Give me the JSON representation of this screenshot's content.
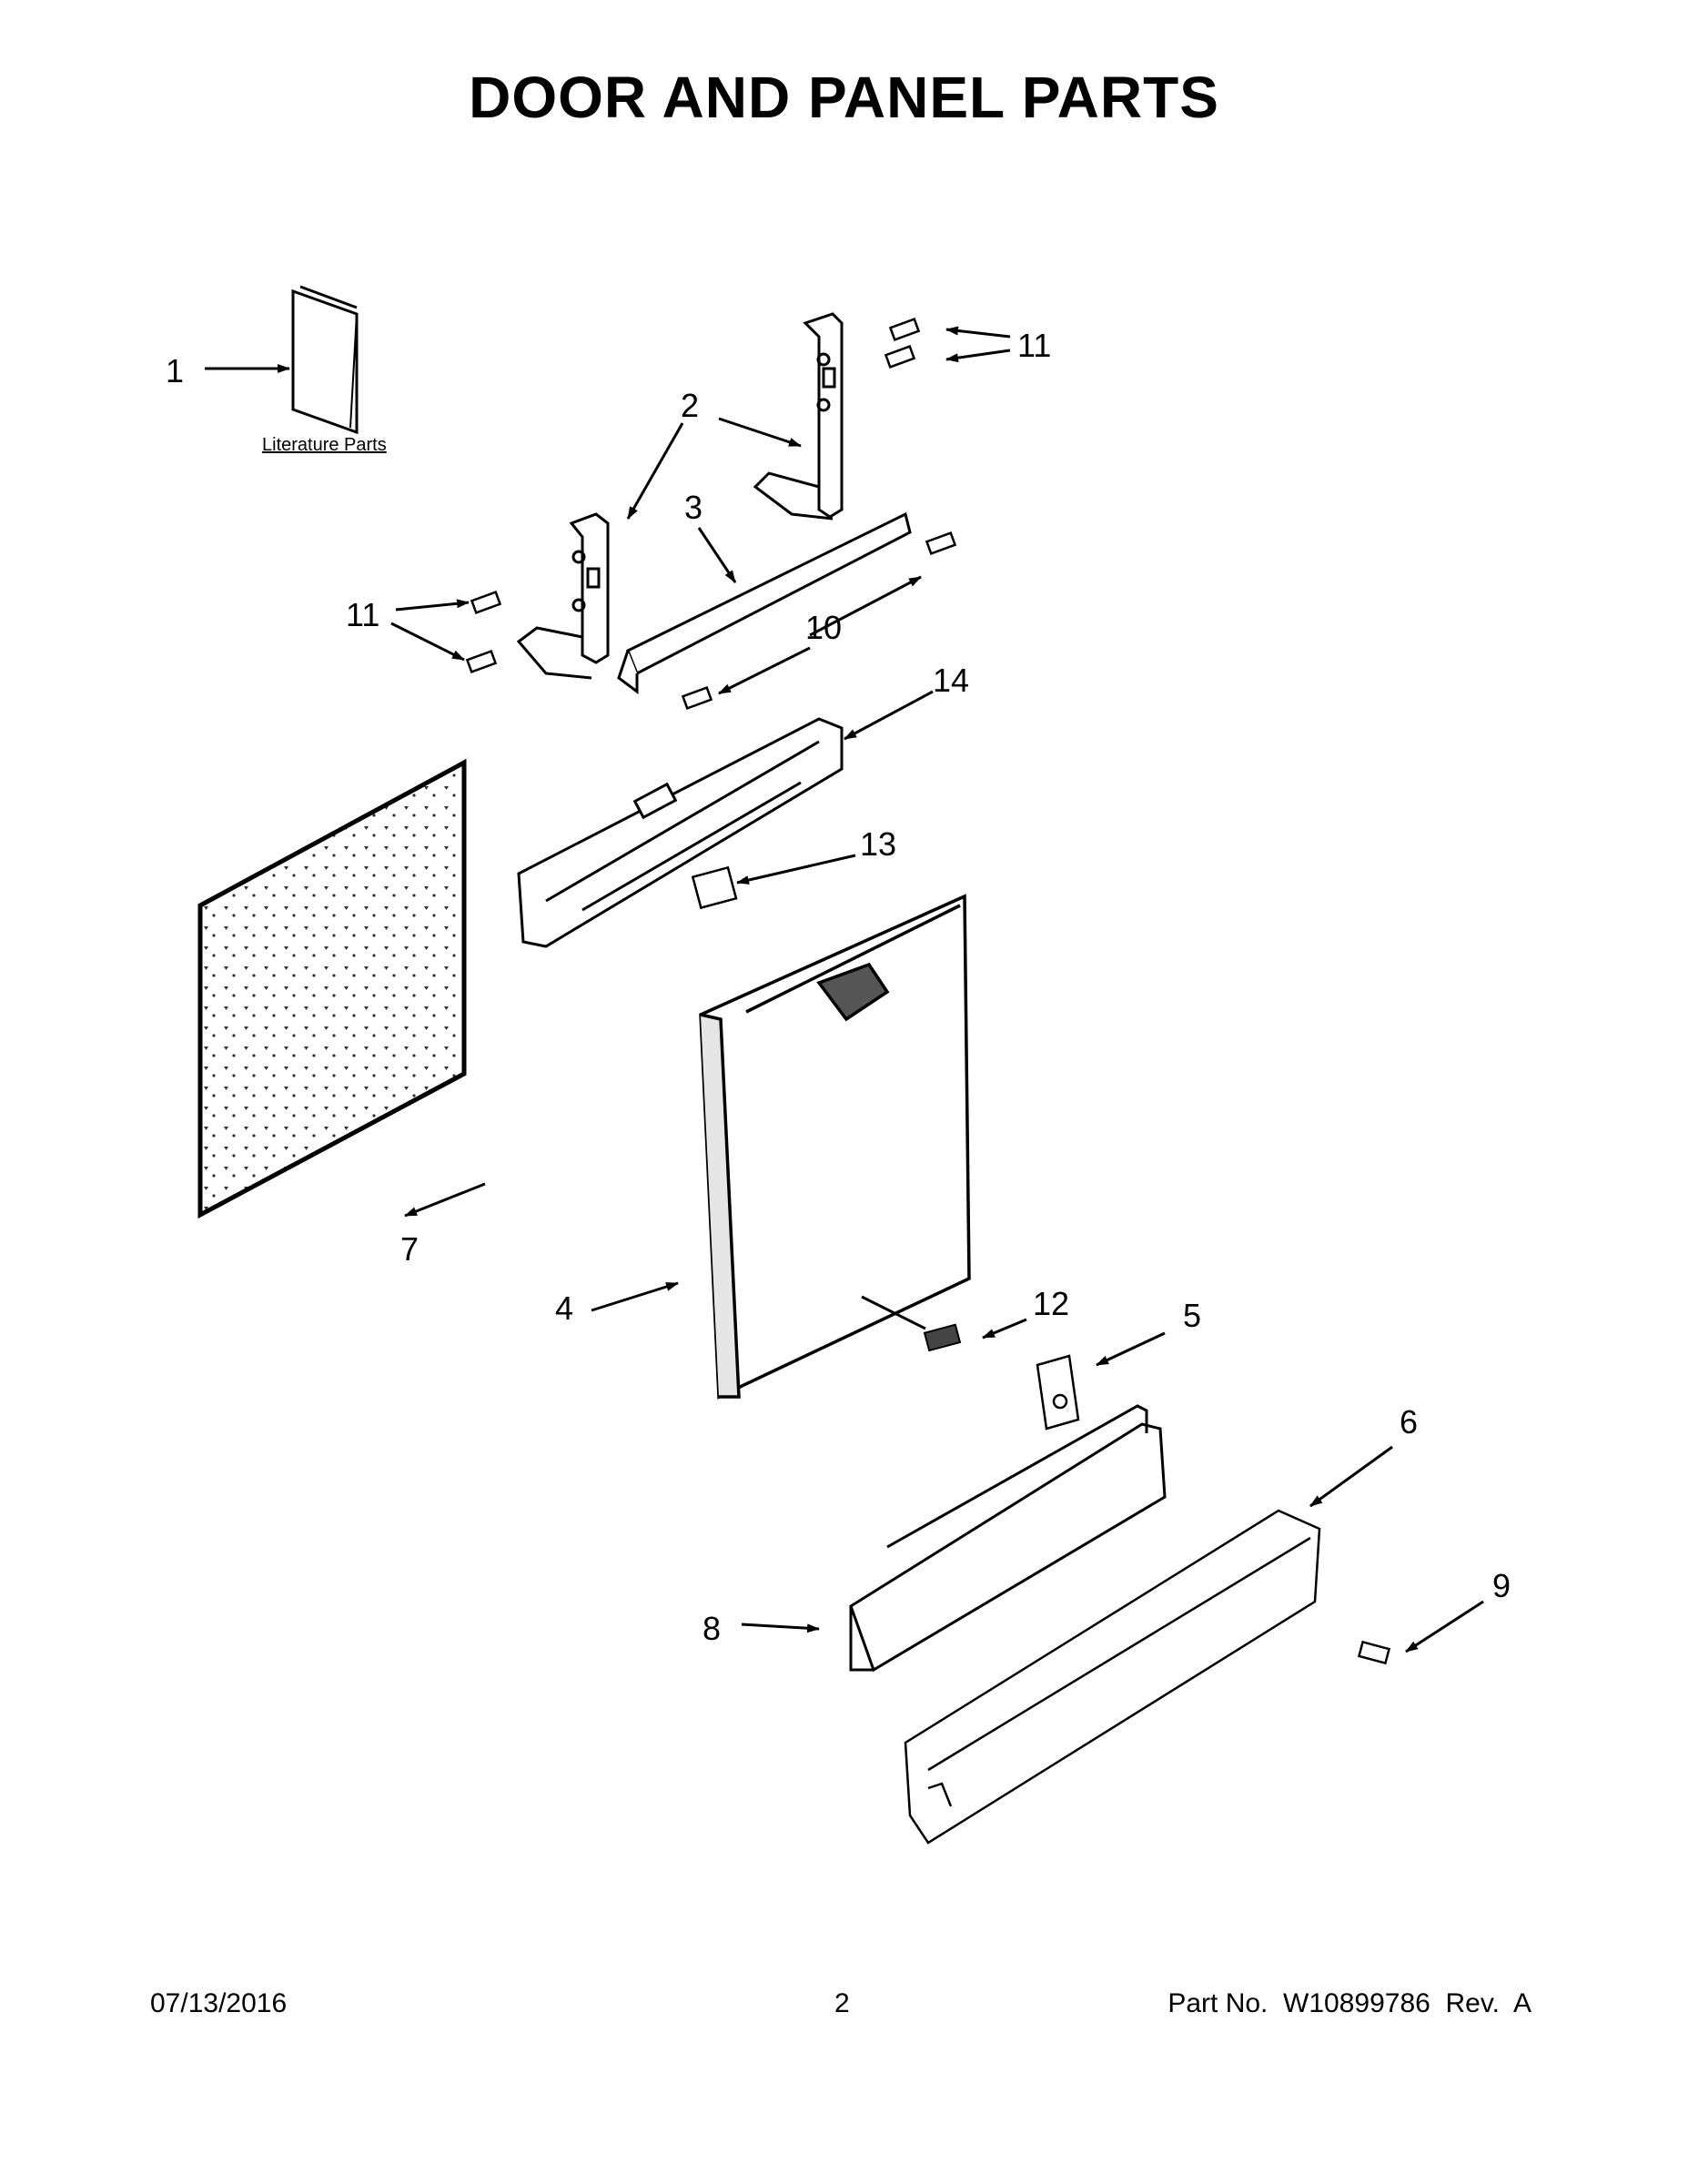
{
  "title": "DOOR AND PANEL PARTS",
  "literature_label": "Literature Parts",
  "callouts": {
    "c1": "1",
    "c2": "2",
    "c3": "3",
    "c4": "4",
    "c5": "5",
    "c6": "6",
    "c7": "7",
    "c8": "8",
    "c9": "9",
    "c10": "10",
    "c11a": "11",
    "c11b": "11",
    "c12": "12",
    "c13": "13",
    "c14": "14"
  },
  "footer": {
    "date": "07/13/2016",
    "page": "2",
    "part_no": "Part No.  W10899786  Rev.  A"
  }
}
